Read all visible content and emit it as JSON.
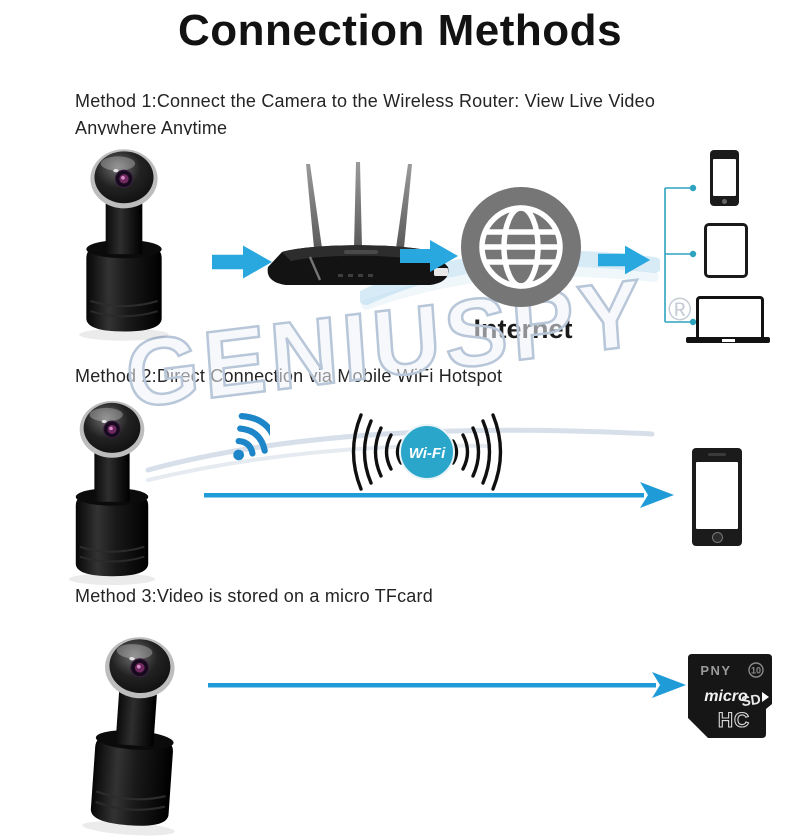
{
  "title": "Connection Methods",
  "colors": {
    "arrow_blue": "#29a8e0",
    "long_arrow_blue": "#1f9cd8",
    "wifi_icon_blue": "#1d86c8",
    "wifi_badge_blue": "#2ba6cb",
    "globe_gray": "#767676",
    "watermark_blue": "#b7c6d8",
    "text_dark": "#242424"
  },
  "method1": {
    "heading": "Method 1:Connect the Camera to the Wireless Router: View Live Video Anywhere Anytime",
    "internet_label": "Internet"
  },
  "method2": {
    "heading": "Method 2:Direct Connection via Mobile WiFi Hotspot",
    "wifi_badge": "Wi-Fi"
  },
  "method3": {
    "heading": "Method 3:Video is stored on a micro TFcard",
    "sd_card": {
      "brand": "PNY",
      "speed_class": "10",
      "micro_label": "micro",
      "sd_label": "SD",
      "hc_label": "HC"
    }
  },
  "watermark": {
    "text": "GENIUSPY",
    "registered_mark": "®"
  }
}
